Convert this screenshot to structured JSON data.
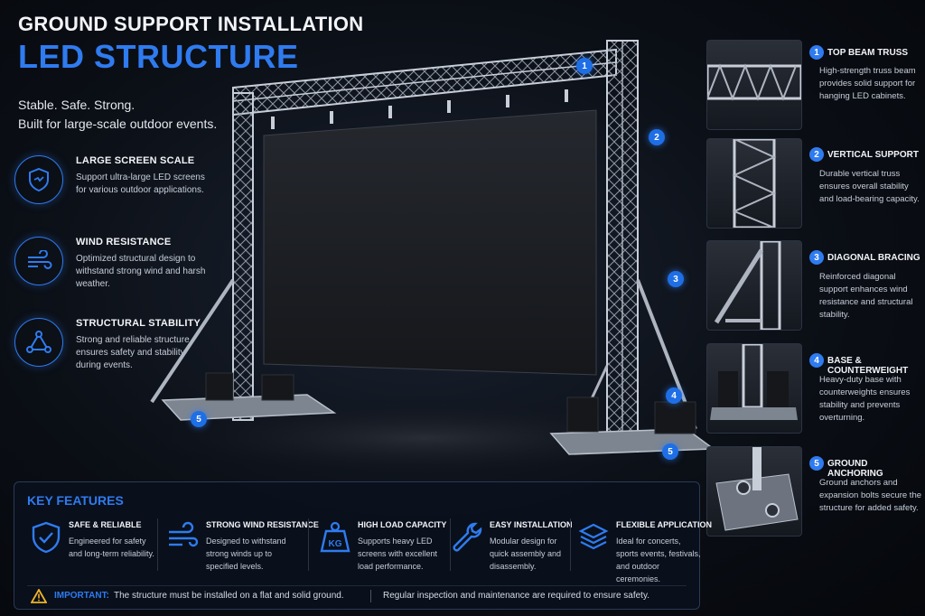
{
  "header": {
    "title_line1": "GROUND SUPPORT INSTALLATION",
    "title_line2": "LED STRUCTURE",
    "tagline1": "Stable. Safe. Strong.",
    "tagline2": "Built for large-scale outdoor events."
  },
  "left_features": [
    {
      "title": "LARGE SCREEN SCALE",
      "desc": "Support ultra-large LED screens for various outdoor applications.",
      "icon": "shield-screen-icon"
    },
    {
      "title": "WIND RESISTANCE",
      "desc": "Optimized structural design to withstand strong wind and harsh weather.",
      "icon": "wind-icon"
    },
    {
      "title": "STRUCTURAL STABILITY",
      "desc": "Strong and reliable structure ensures safety and stability during events.",
      "icon": "triangle-nodes-icon"
    }
  ],
  "components": [
    {
      "num": "1",
      "title": "TOP BEAM TRUSS",
      "desc": "High-strength truss beam provides solid support for hanging LED cabinets."
    },
    {
      "num": "2",
      "title": "VERTICAL SUPPORT",
      "desc": "Durable vertical truss ensures overall stability and load-bearing capacity."
    },
    {
      "num": "3",
      "title": "DIAGONAL BRACING",
      "desc": "Reinforced diagonal support enhances wind resistance and structural stability."
    },
    {
      "num": "4",
      "title": "BASE & COUNTERWEIGHT",
      "desc": "Heavy-duty base with counterweights ensures stability and prevents overturning."
    },
    {
      "num": "5",
      "title": "GROUND ANCHORING",
      "desc": "Ground anchors and expansion bolts secure the structure for added safety."
    }
  ],
  "callouts": [
    "1",
    "2",
    "3",
    "4",
    "5",
    "5"
  ],
  "key_features": {
    "title": "KEY FEATURES",
    "items": [
      {
        "title": "SAFE & RELIABLE",
        "desc": "Engineered for safety and long-term reliability.",
        "icon": "shield-check-icon"
      },
      {
        "title": "STRONG WIND RESISTANCE",
        "desc": "Designed to withstand strong winds up to specified levels.",
        "icon": "wind-icon"
      },
      {
        "title": "HIGH LOAD CAPACITY",
        "desc": "Supports heavy LED screens with excellent load performance.",
        "icon": "weight-kg-icon",
        "icon_text": "KG"
      },
      {
        "title": "EASY INSTALLATION",
        "desc": "Modular design for quick assembly and disassembly.",
        "icon": "wrench-icon"
      },
      {
        "title": "FLEXIBLE APPLICATION",
        "desc": "Ideal for concerts, sports events, festivals, and outdoor ceremonies.",
        "icon": "layers-icon"
      }
    ],
    "important_label": "IMPORTANT:",
    "important_text": "The structure must be installed on a flat and solid ground.",
    "maintenance_text": "Regular inspection and maintenance are required to ensure safety."
  },
  "colors": {
    "accent": "#2f7bf0",
    "warning": "#f0b429",
    "background": "#0b0f16"
  }
}
